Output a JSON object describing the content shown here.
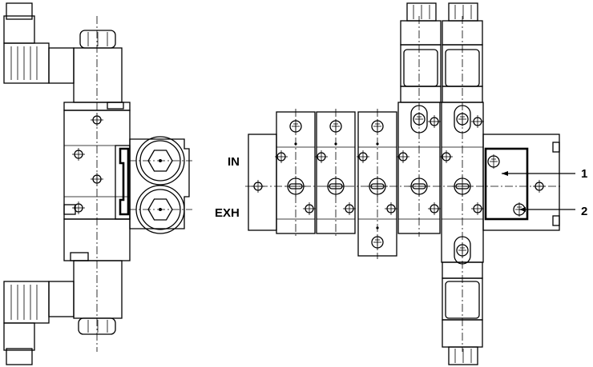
{
  "labels": {
    "inlet": "IN",
    "exhaust": "EXH",
    "callout_1": "1",
    "callout_2": "2"
  },
  "icons": [
    "crosshair-hole-icon",
    "screw-head-icon",
    "hex-port-icon",
    "connector-plug-icon"
  ],
  "colors": {
    "line": "#000000",
    "background": "#ffffff"
  }
}
